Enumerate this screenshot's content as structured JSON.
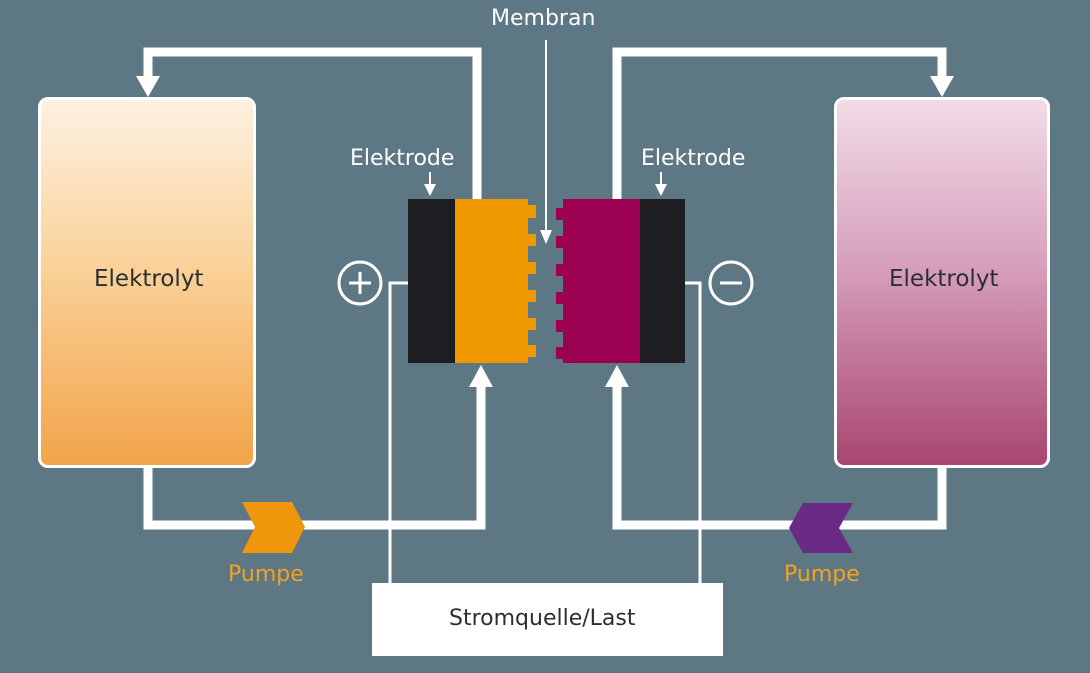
{
  "labels": {
    "membrane": "Membran",
    "electrode_left": "Elektrode",
    "electrode_right": "Elektrode",
    "electrolyte_left": "Elektrolyt",
    "electrolyte_right": "Elektrolyt",
    "pump_left": "Pumpe",
    "pump_right": "Pumpe",
    "power_source": "Stromquelle/Last"
  },
  "terminals": {
    "positive_symbol": "+",
    "negative_symbol": "−"
  },
  "colors": {
    "background": "#5e7785",
    "flow_lines": "#ffffff",
    "electrode": "#1e1e22",
    "catholyte_half_cell": "#f09800",
    "anolyte_half_cell": "#9c0050",
    "pump_left": "#f0960c",
    "pump_right": "#6a2a86",
    "tank_left_gradient": [
      "#fdf1e0",
      "#f2a449"
    ],
    "tank_right_gradient": [
      "#f1dce7",
      "#a9466f"
    ]
  }
}
